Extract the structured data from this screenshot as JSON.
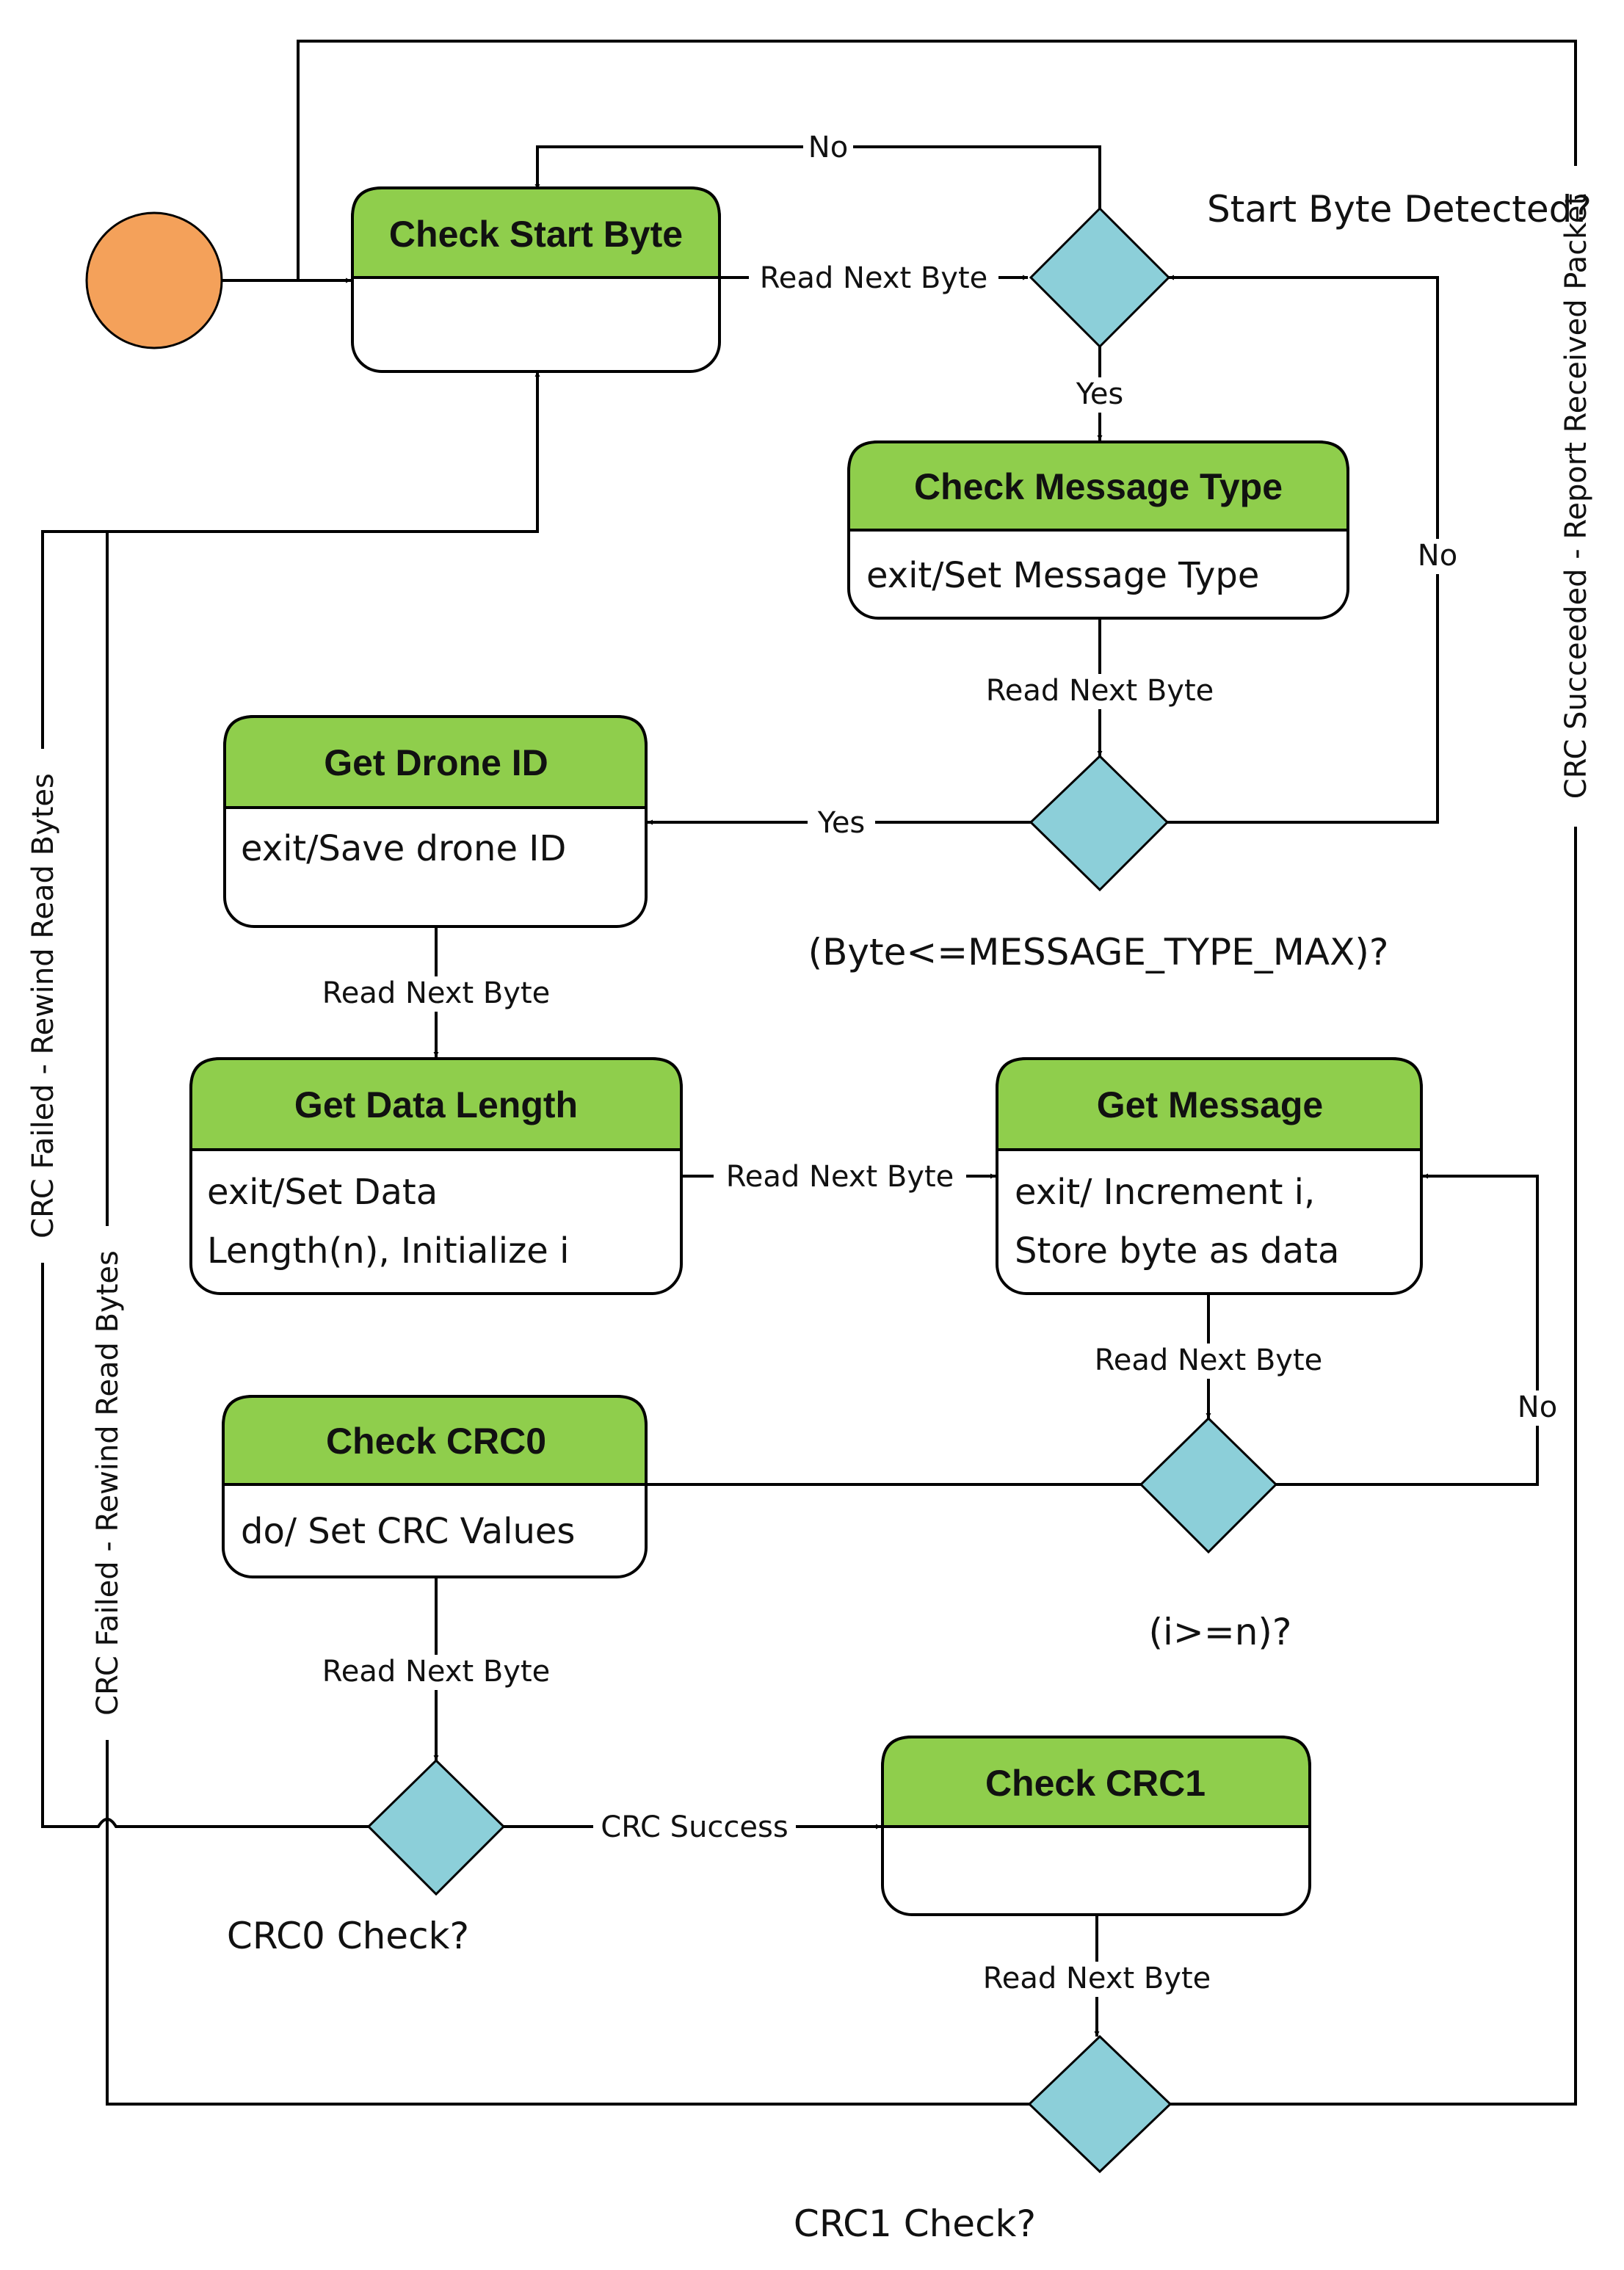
{
  "states": {
    "check_start_byte": {
      "title": "Check Start Byte",
      "body": []
    },
    "check_message_type": {
      "title": "Check Message Type",
      "body": [
        "exit/Set Message Type"
      ]
    },
    "get_drone_id": {
      "title": "Get Drone ID",
      "body": [
        "exit/Save drone ID"
      ]
    },
    "get_data_length": {
      "title": "Get Data Length",
      "body": [
        "exit/Set Data",
        "Length(n), Initialize i"
      ]
    },
    "get_message": {
      "title": "Get Message",
      "body": [
        "exit/ Increment i,",
        "Store byte as data"
      ]
    },
    "check_crc0": {
      "title": "Check CRC0",
      "body": [
        "do/ Set CRC Values"
      ]
    },
    "check_crc1": {
      "title": "Check CRC1",
      "body": []
    }
  },
  "conditions": {
    "start_byte": "Start Byte Detected?",
    "message_type": "(Byte<=MESSAGE_TYPE_MAX)?",
    "message_count": "(i>=n)?",
    "crc0": "CRC0 Check?",
    "crc1": "CRC1 Check?"
  },
  "edge_labels": {
    "no_top": "No",
    "read_next_byte_1": "Read Next Byte",
    "yes_1": "Yes",
    "read_next_byte_2": "Read Next Byte",
    "no_right": "No",
    "yes_2": "Yes",
    "read_next_byte_3": "Read Next Byte",
    "read_next_byte_4": "Read Next Byte",
    "read_next_byte_5": "Read Next Byte",
    "no_msg": "No",
    "read_next_byte_6": "Read Next Byte",
    "crc_success": "CRC Success",
    "read_next_byte_7": "Read Next Byte",
    "crc_succeeded": "CRC Succeeded - Report Received Packet",
    "crc_failed_1": "CRC Failed - Rewind Read Bytes",
    "crc_failed_2": "CRC Failed - Rewind Read Bytes"
  },
  "colors": {
    "state_header": "#8fce4c",
    "decision": "#8ccfd9",
    "initial": "#f4a15a",
    "line": "#000000"
  }
}
